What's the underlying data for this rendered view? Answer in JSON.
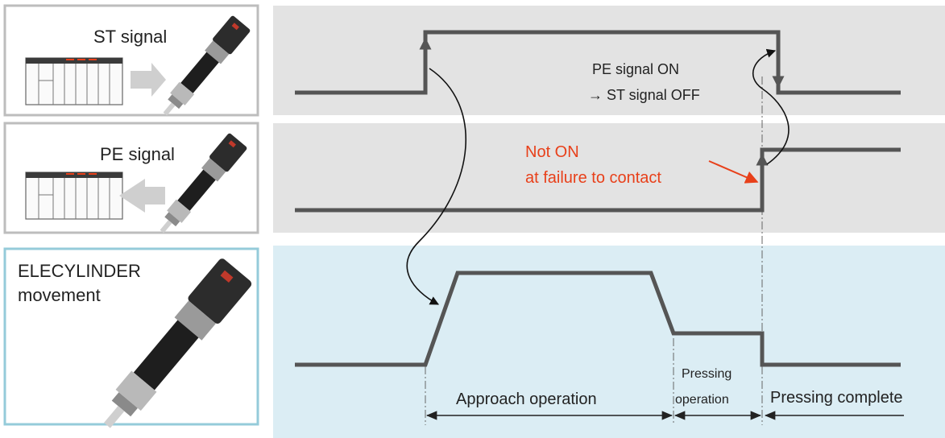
{
  "panels": {
    "st": {
      "label": "ST signal"
    },
    "pe": {
      "label": "PE signal"
    },
    "movement": {
      "label_line1": "ELECYLINDER",
      "label_line2": "movement"
    }
  },
  "annotations": {
    "pe_on_line1": "PE signal ON",
    "pe_on_line2": "→ ST signal OFF",
    "not_on_line1": "Not ON",
    "not_on_line2": "at failure to contact"
  },
  "phases": {
    "approach": "Approach operation",
    "pressing_line1": "Pressing",
    "pressing_line2": "operation",
    "complete": "Pressing complete"
  },
  "colors": {
    "signal_band": "#e3e3e3",
    "movement_band": "#dbedf4",
    "signal_panel_border": "#bdbdbd",
    "movement_panel_border": "#95cbda",
    "waveform": "#555555",
    "warning_text": "#e8401a"
  }
}
